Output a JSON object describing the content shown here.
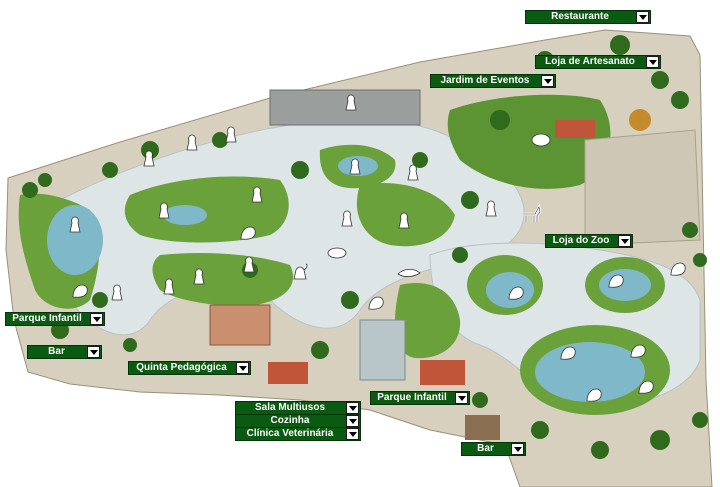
{
  "map": {
    "colors": {
      "sand": "#d8d0bf",
      "path": "#dde5e7",
      "grass": "#6aa13a",
      "tree": "#2f6a1d",
      "water": "#7fb8c9",
      "roof": "#c1553a",
      "label_bg": "#0b5a12"
    }
  },
  "labels": {
    "restaurante": "Restaurante",
    "loja_artesanato": "Loja de Artesanato",
    "jardim_eventos": "Jardim de Eventos",
    "loja_zoo": "Loja do Zoo",
    "parque_infantil_left": "Parque Infantil",
    "bar_left": "Bar",
    "quinta_pedagogica": "Quinta Pedagógica",
    "sala_multiusos": "Sala Multiusos",
    "cozinha": "Cozinha",
    "clinica_veterinaria": "Clínica Veterinária",
    "parque_infantil_center": "Parque Infantil",
    "bar_bottom": "Bar"
  },
  "icons": {
    "dropdown": "chevron-down-icon",
    "animal_marker": "animal-silhouette-icon"
  }
}
